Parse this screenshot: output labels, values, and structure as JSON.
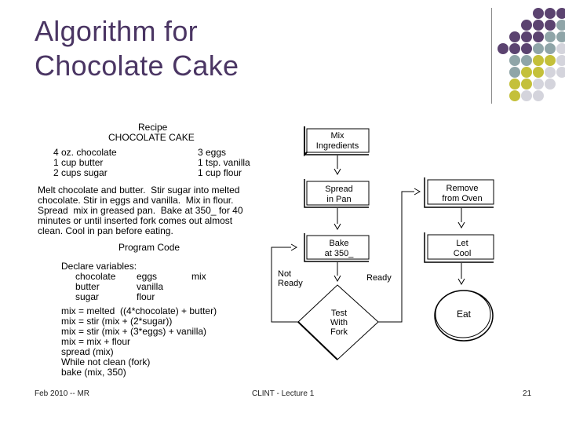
{
  "slide": {
    "title_line1": "Algorithm for",
    "title_line2": "Chocolate Cake"
  },
  "recipe": {
    "heading1": "Recipe",
    "heading2": "CHOCOLATE CAKE",
    "ingredients_left": [
      "4 oz. chocolate",
      "1 cup butter",
      "2 cups sugar"
    ],
    "ingredients_right": [
      "3 eggs",
      "1 tsp. vanilla",
      "1 cup flour"
    ],
    "instructions": [
      "Melt chocolate and butter.  Stir sugar into melted",
      "chocolate. Stir in eggs and vanilla.  Mix in flour.",
      "Spread  mix in greased pan.  Bake at 350_ for 40",
      "minutes or until inserted fork comes out almost",
      "clean. Cool in pan before eating."
    ]
  },
  "program": {
    "heading": "Program Code",
    "declare": "Declare variables:",
    "vars_row1": [
      "chocolate",
      "eggs",
      "mix"
    ],
    "vars_row2": [
      "butter",
      "vanilla"
    ],
    "vars_row3": [
      "sugar",
      "flour"
    ],
    "lines": [
      "mix = melted  ((4*chocolate) + butter)",
      "mix = stir (mix + (2*sugar))",
      "mix = stir (mix + (3*eggs) + vanilla)",
      "mix = mix + flour",
      "spread (mix)",
      "While not clean (fork)",
      "bake (mix, 350)"
    ]
  },
  "flowchart": {
    "mix_line1": "Mix",
    "mix_line2": "Ingredients",
    "spread_line1": "Spread",
    "spread_line2": "in Pan",
    "bake_line1": "Bake",
    "bake_line2": "at 350_",
    "test_line1": "Test",
    "test_line2": "With",
    "test_line3": "Fork",
    "not_ready_line1": "Not",
    "not_ready_line2": "Ready",
    "ready": "Ready",
    "remove_line1": "Remove",
    "remove_line2": "from Oven",
    "cool_line1": "Let",
    "cool_line2": "Cool",
    "eat": "Eat"
  },
  "footer": {
    "left": "Feb 2010 -- MR",
    "center": "CLINT - Lecture 1",
    "page": "21"
  },
  "colors": {
    "title": "#4a3563",
    "purple_dot": "#5b4370",
    "teal_dot": "#8fa5a8",
    "olive_dot": "#c4c03a",
    "grey_dot": "#d4d4dc"
  }
}
